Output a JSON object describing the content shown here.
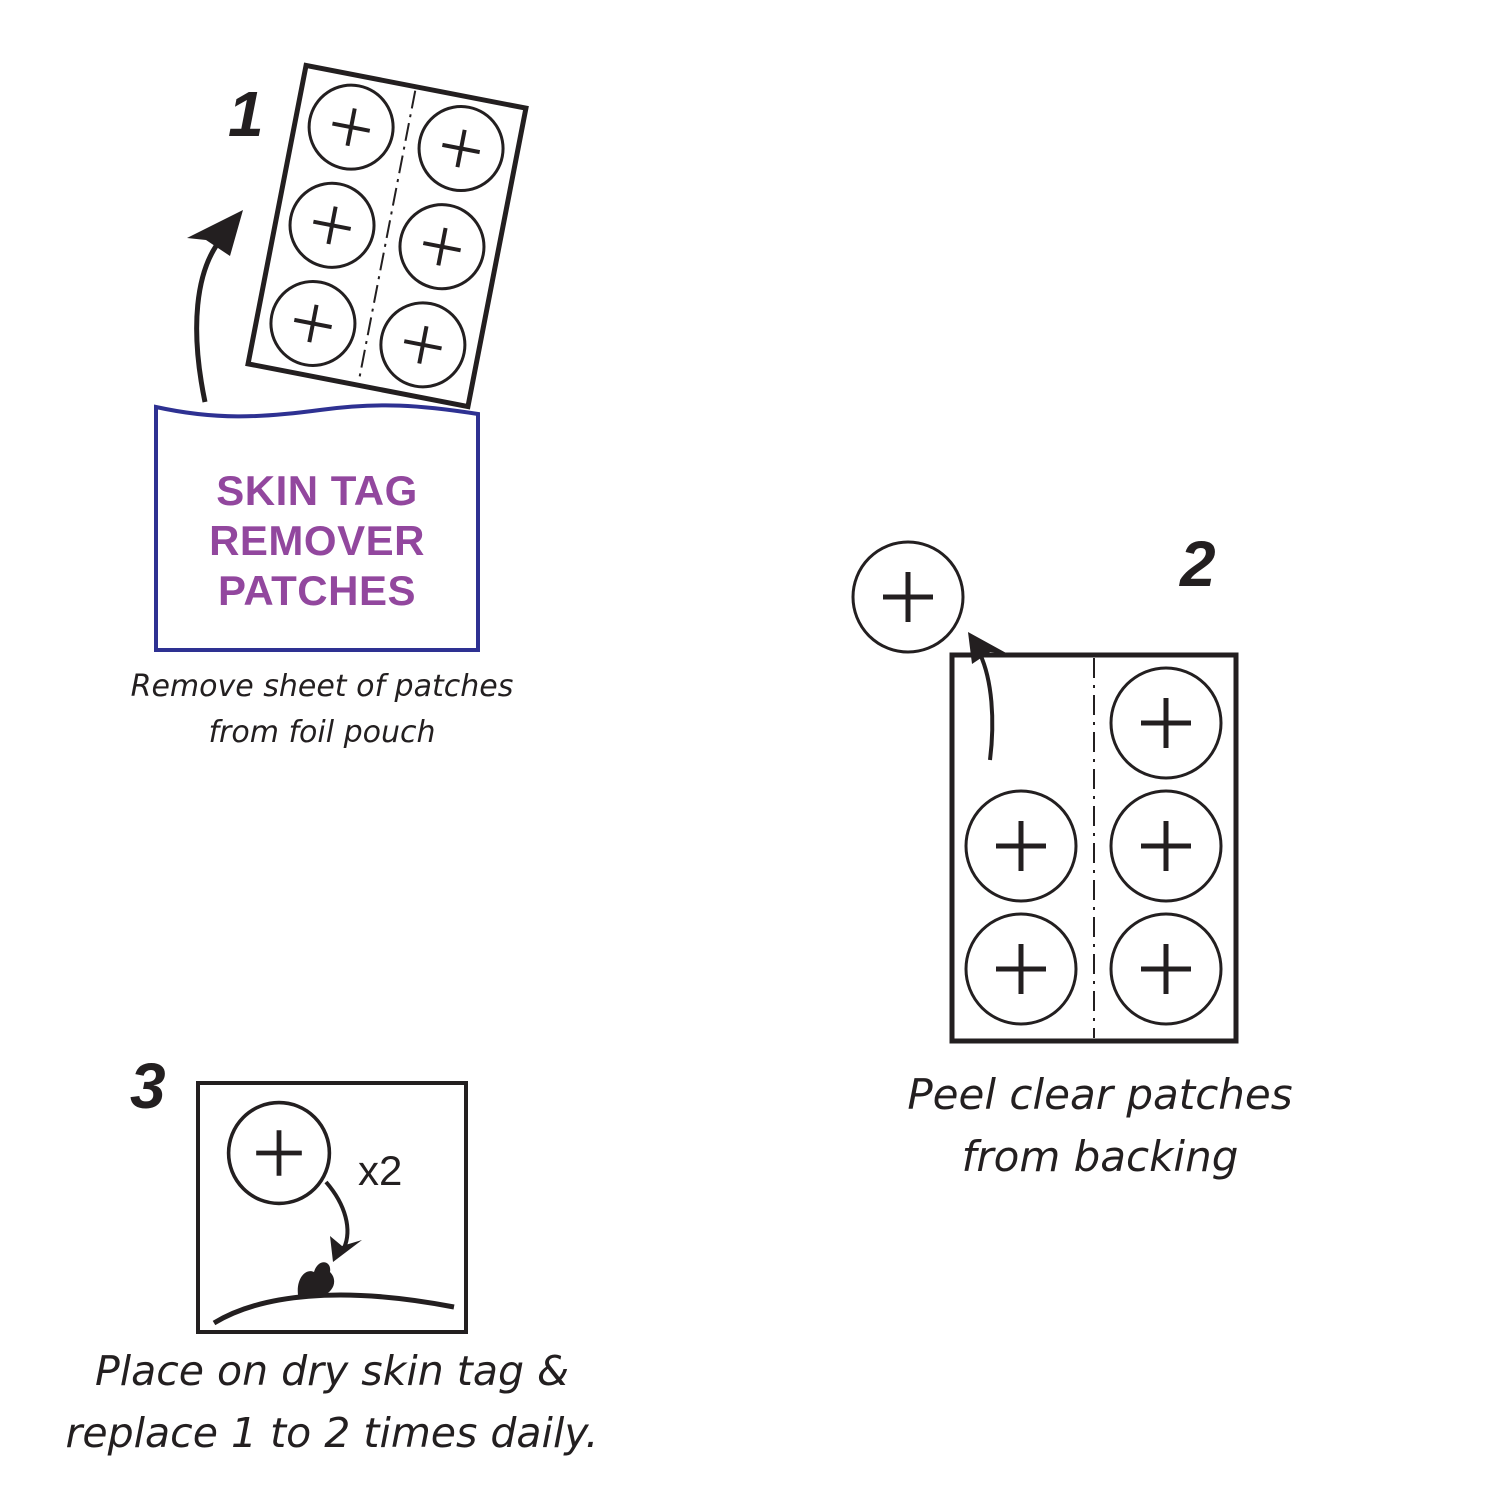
{
  "colors": {
    "ink": "#231f20",
    "pouch_border": "#2e3192",
    "pouch_text": "#92479e"
  },
  "step1": {
    "number": "1",
    "pouch_label": [
      "SKIN TAG",
      "REMOVER",
      "PATCHES"
    ],
    "caption": [
      "Remove sheet of patches",
      "from foil pouch"
    ]
  },
  "step2": {
    "number": "2",
    "caption": [
      "Peel clear patches",
      "from backing"
    ]
  },
  "step3": {
    "number": "3",
    "multiplier": "x2",
    "caption": [
      "Place on dry skin tag &",
      "replace 1 to 2 times daily."
    ]
  }
}
